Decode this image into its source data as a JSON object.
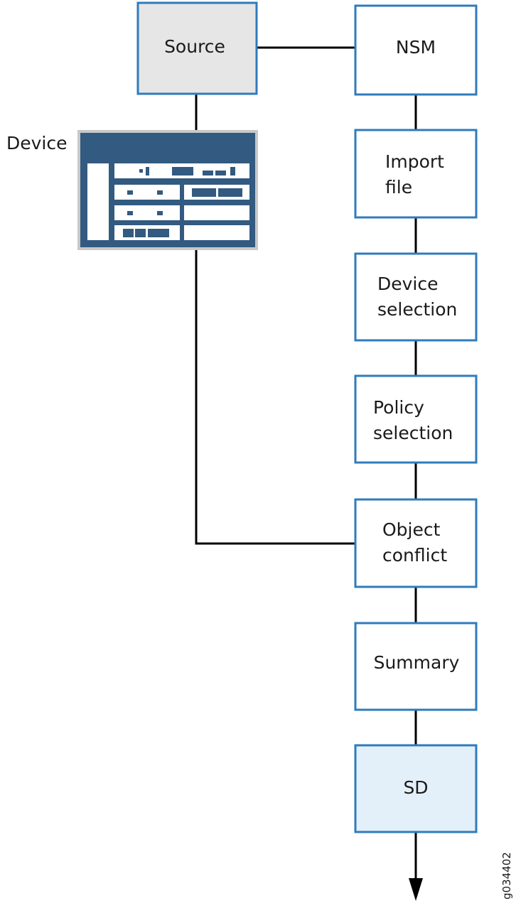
{
  "colors": {
    "box_border": "#2f7bbd",
    "line": "#000000",
    "source_fill": "#e6e6e6",
    "sd_fill": "#e3eff9",
    "device_fill": "#335a80",
    "device_border": "#c8c8c8"
  },
  "nodes": {
    "source": "Source",
    "nsm": "NSM",
    "import_file": [
      "Import",
      "file"
    ],
    "device_selection": [
      "Device",
      "selection"
    ],
    "policy_selection": [
      "Policy",
      "selection"
    ],
    "object_conflict": [
      "Object",
      "conflict"
    ],
    "summary": "Summary",
    "sd": "SD"
  },
  "device": {
    "label": "Device",
    "icon": "network-device-icon"
  },
  "figure_id": "g034402"
}
